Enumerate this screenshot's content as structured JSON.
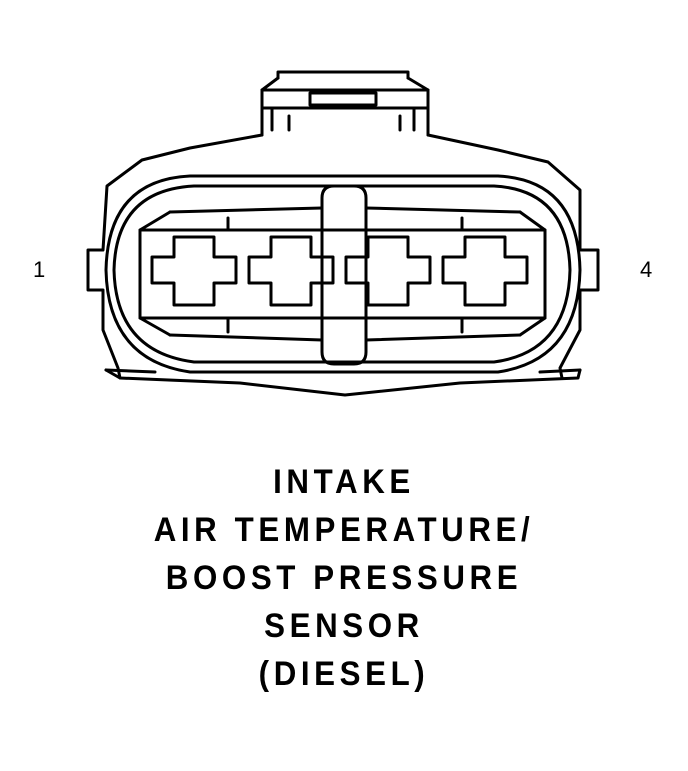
{
  "diagram": {
    "pin_labels": {
      "left": "1",
      "right": "4"
    },
    "caption_lines": [
      "INTAKE",
      "AIR TEMPERATURE/",
      "BOOST PRESSURE",
      "SENSOR",
      "(DIESEL)"
    ],
    "cavity_count": 4,
    "line_color": "#000000",
    "background_color": "#ffffff"
  }
}
